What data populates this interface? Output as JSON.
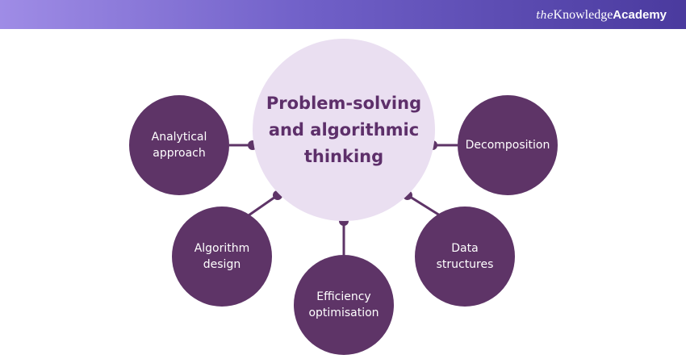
{
  "header": {
    "brand_the": "the",
    "brand_knowledge": "Knowledge",
    "brand_academy": "Academy"
  },
  "diagram": {
    "center_label": "Problem-solving and algorithmic thinking",
    "nodes": [
      {
        "id": "analytical",
        "label": "Analytical approach"
      },
      {
        "id": "decomposition",
        "label": "Decomposition"
      },
      {
        "id": "algorithm",
        "label": "Algorithm design"
      },
      {
        "id": "efficiency",
        "label": "Efficiency optimisation"
      },
      {
        "id": "data",
        "label": "Data structures"
      }
    ]
  },
  "colors": {
    "header_gradient_start": "#9f8ce6",
    "header_gradient_end": "#4a3a9e",
    "center_fill": "#eadff1",
    "center_text": "#5d2f6a",
    "node_fill": "#5e3467",
    "node_text": "#ffffff"
  }
}
